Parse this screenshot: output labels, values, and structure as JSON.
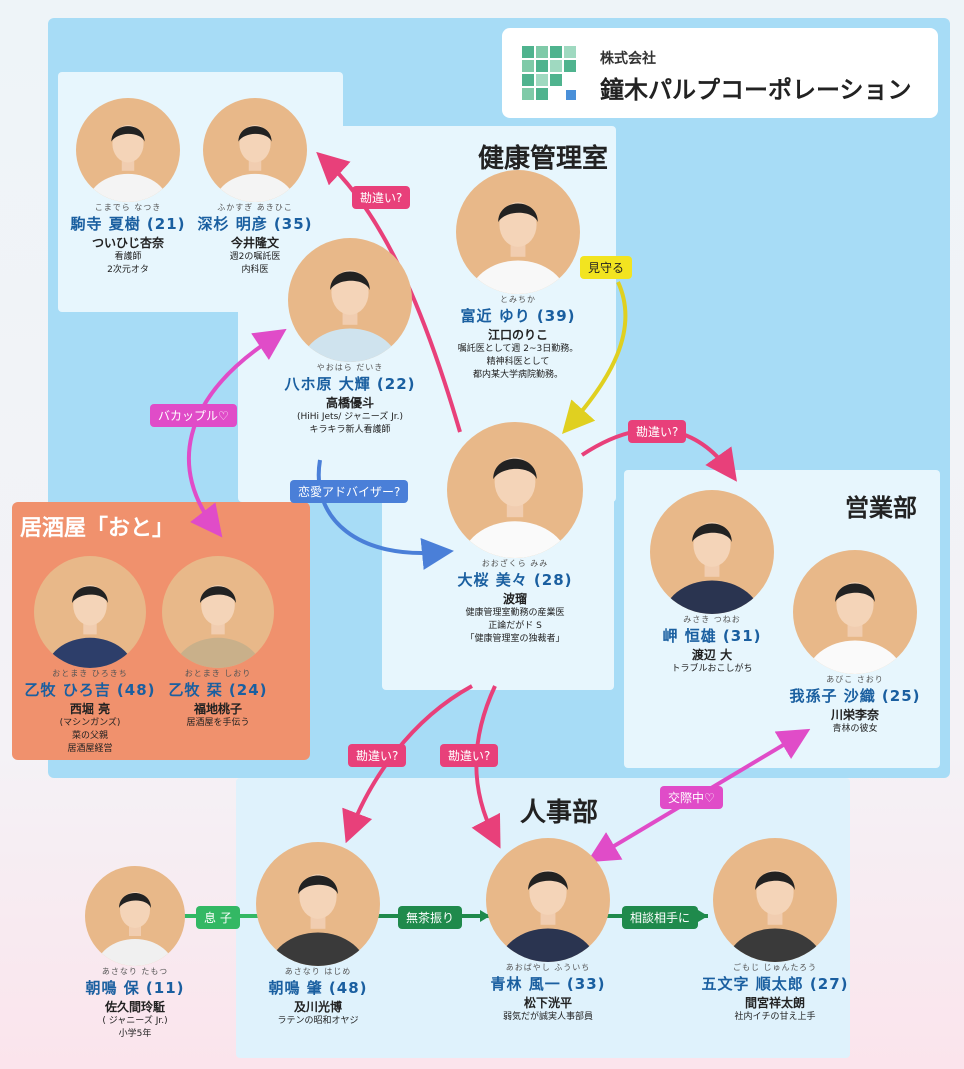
{
  "company": {
    "prefix": "株式会社",
    "name": "鐘木パルプコーポレーション"
  },
  "sections": {
    "health": "健康管理室",
    "sales": "営業部",
    "hr": "人事部",
    "izakaya": "居酒屋「おと」"
  },
  "people": [
    {
      "id": "komadera",
      "ruby": "こまでら なつき",
      "name": "駒寺 夏樹 (21)",
      "actor": "ついひじ杏奈",
      "desc": [
        "看護師",
        "2次元オタ"
      ]
    },
    {
      "id": "fukasugi",
      "ruby": "ふかすぎ あきひこ",
      "name": "深杉 明彦 (35)",
      "actor": "今井隆文",
      "desc": [
        "週2の嘱託医",
        "内科医"
      ]
    },
    {
      "id": "tomichika",
      "ruby": "とみちか",
      "name": "富近 ゆり (39)",
      "actor": "江口のりこ",
      "desc": [
        "嘱託医として週 2~3日勤務。",
        "精神科医として",
        "都内某大学病院勤務。"
      ]
    },
    {
      "id": "yaohara",
      "ruby": "やおはら だいき",
      "name": "八ホ原 大輝 (22)",
      "actor": "高橋優斗",
      "desc": [
        "(HiHi Jets/ ジャニーズ Jr.)",
        "キラキラ新人看護師"
      ]
    },
    {
      "id": "ozakura",
      "ruby": "おおざくら みみ",
      "name": "大桜 美々 (28)",
      "actor": "波瑠",
      "desc": [
        "健康管理室勤務の産業医",
        "正論だがド S",
        "「健康管理室の独裁者」"
      ]
    },
    {
      "id": "misaki",
      "ruby": "みさき つねお",
      "name": "岬 恒雄 (31)",
      "actor": "渡辺 大",
      "desc": [
        "トラブルおこしがち"
      ]
    },
    {
      "id": "abiko",
      "ruby": "あびこ さおり",
      "name": "我孫子 沙織 (25)",
      "actor": "川栄李奈",
      "desc": [
        "青林の彼女"
      ]
    },
    {
      "id": "otome_h",
      "ruby": "おとまき ひろきち",
      "name": "乙牧 ひろ吉 (48)",
      "actor": "西堀 亮",
      "desc": [
        "(マシンガンズ)",
        "菜の父親",
        "居酒屋経営"
      ]
    },
    {
      "id": "otome_s",
      "ruby": "おとまき しおり",
      "name": "乙牧 栞 (24)",
      "actor": "福地桃子",
      "desc": [
        "居酒屋を手伝う"
      ]
    },
    {
      "id": "asanari_t",
      "ruby": "あさなり たもつ",
      "name": "朝鳴 保 (11)",
      "actor": "佐久間玲駈",
      "desc": [
        "( ジャニーズ Jr.)",
        "小学5年"
      ]
    },
    {
      "id": "asanari_k",
      "ruby": "あさなり はじめ",
      "name": "朝鳴 肇 (48)",
      "actor": "及川光博",
      "desc": [
        "ラテンの昭和オヤジ"
      ]
    },
    {
      "id": "aobayashi",
      "ruby": "あおばやし ふういち",
      "name": "青林 風一 (33)",
      "actor": "松下洸平",
      "desc": [
        "弱気だが誠実人事部員"
      ]
    },
    {
      "id": "gomoji",
      "ruby": "ごもじ じゅんたろう",
      "name": "五文字 順太郎 (27)",
      "actor": "間宮祥太朗",
      "desc": [
        "社内イチの甘え上手"
      ]
    }
  ],
  "relations": {
    "kanchigai1": "勘違い?",
    "mimamoru": "見守る",
    "bakapuru": "バカップル♡",
    "renai": "恋愛アドバイザー?",
    "kanchigai2": "勘違い?",
    "kanchigai3": "勘違い?",
    "kanchigai4": "勘違い?",
    "kousai": "交際中♡",
    "musuko": "息 子",
    "muchaburi": "無茶振り",
    "soudan": "相談相手に"
  },
  "colors": {
    "sky": "#a7dcf6",
    "panel": "#e7f6fd",
    "izakaya": "#f0916d",
    "name": "#1a5fa0",
    "pink": "#e8407a",
    "green": "#1f8a4c"
  }
}
